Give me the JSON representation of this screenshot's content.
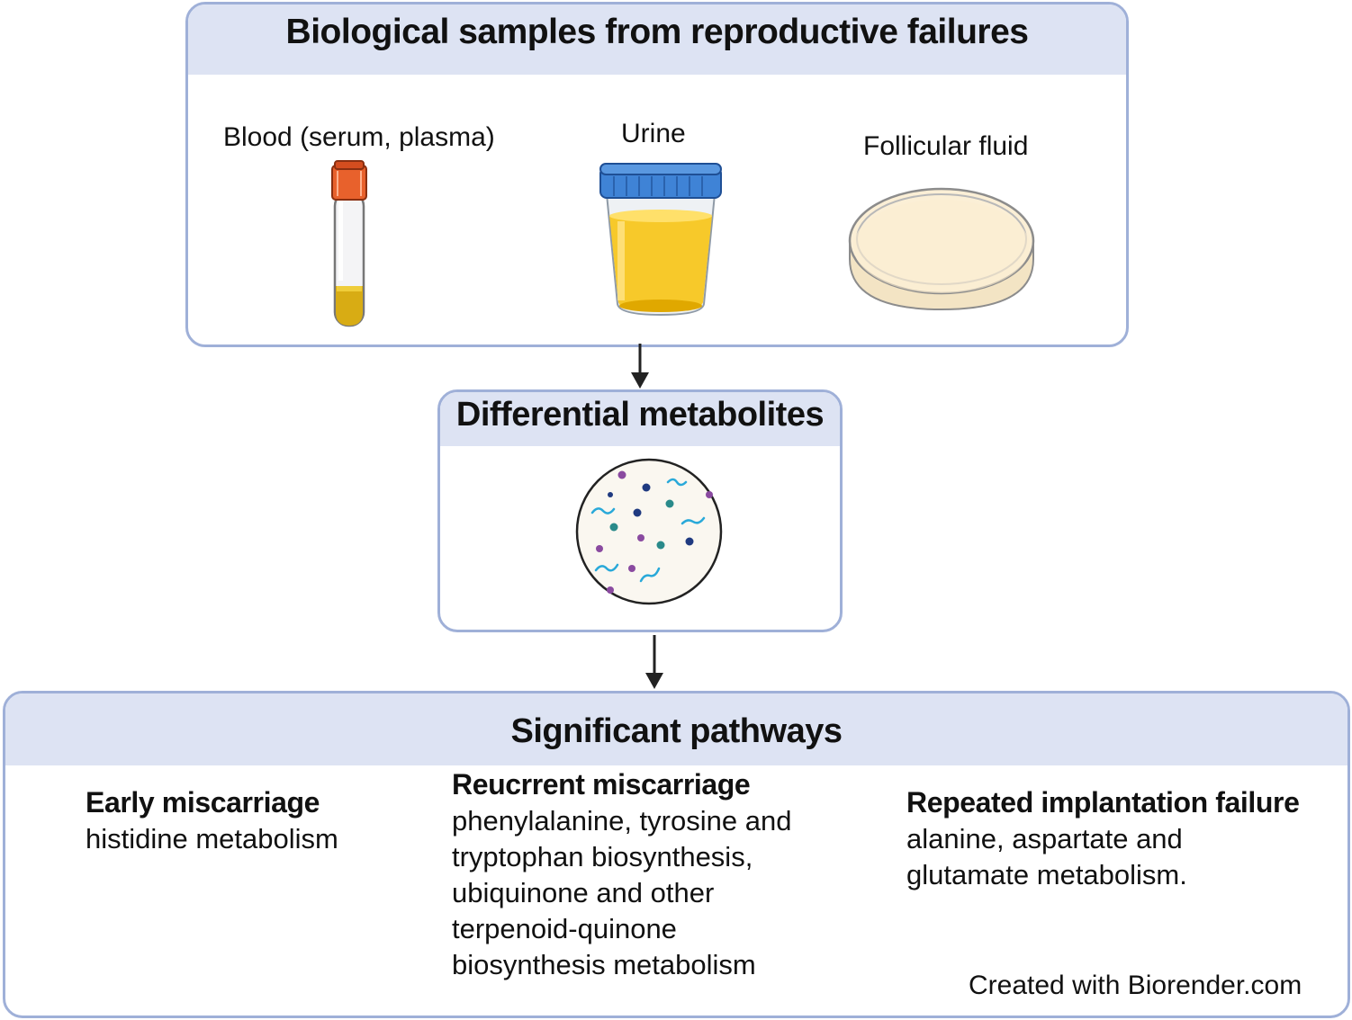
{
  "samples_panel": {
    "title": "Biological samples from reproductive failures",
    "samples": [
      {
        "label": "Blood (serum, plasma)",
        "icon": "blood-tube-icon"
      },
      {
        "label": "Urine",
        "icon": "urine-cup-icon"
      },
      {
        "label": "Follicular fluid",
        "icon": "petri-dish-icon"
      }
    ]
  },
  "metabolites_panel": {
    "title": "Differential metabolites",
    "icon": "metabolites-circle-icon"
  },
  "pathways_panel": {
    "title": "Significant pathways",
    "groups": [
      {
        "title": "Early miscarriage",
        "description": "histidine metabolism"
      },
      {
        "title": "Reucrrent miscarriage",
        "description": "phenylalanine, tyrosine and tryptophan biosynthesis, ubiquinone and other terpenoid-quinone biosynthesis metabolism"
      },
      {
        "title": "Repeated implantation failure",
        "description": "alanine, aspartate and glutamate metabolism."
      }
    ]
  },
  "credit": "Created with Biorender.com",
  "colors": {
    "panel_border": "#9fb0d8",
    "panel_header": "#dde3f3",
    "tube_cap": "#e8612c",
    "cup_lid": "#3f83d6",
    "urine": "#f7c92a",
    "dish_fluid": "#fbefd6"
  }
}
